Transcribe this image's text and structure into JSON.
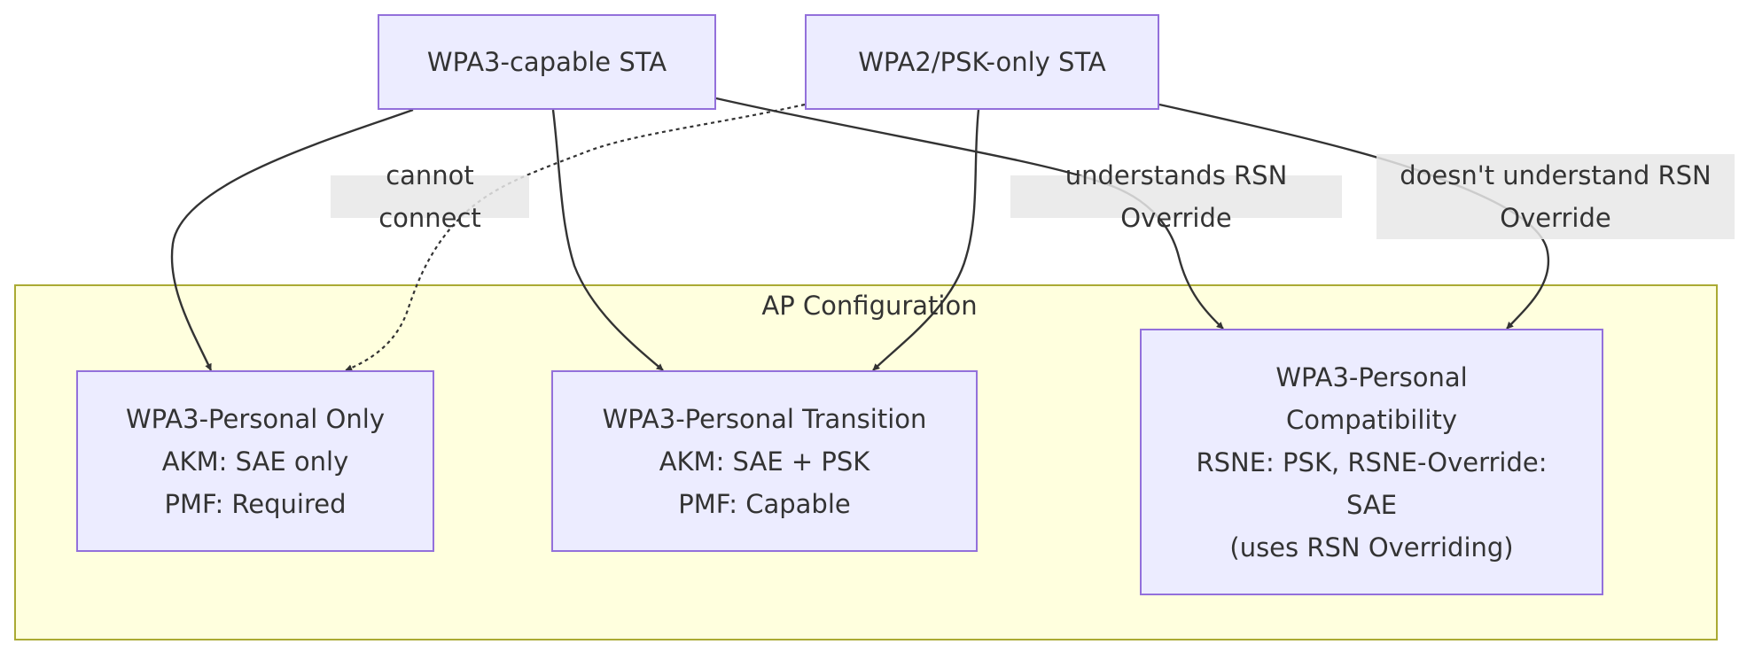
{
  "cluster": {
    "title": "AP Configuration"
  },
  "nodes": {
    "wpa3_sta": {
      "lines": [
        "WPA3-capable STA"
      ]
    },
    "wpa2_sta": {
      "lines": [
        "WPA2/PSK-only STA"
      ]
    },
    "personal_only": {
      "lines": [
        "WPA3-Personal Only",
        "AKM: SAE only",
        "PMF: Required"
      ]
    },
    "transition": {
      "lines": [
        "WPA3-Personal Transition",
        "AKM: SAE + PSK",
        "PMF: Capable"
      ]
    },
    "compatibility": {
      "lines": [
        "WPA3-Personal",
        "Compatibility",
        "RSNE: PSK, RSNE-Override:",
        "SAE",
        "(uses RSN Overriding)"
      ]
    }
  },
  "edge_labels": {
    "cannot_connect": {
      "lines": [
        "cannot connect"
      ]
    },
    "understands": {
      "lines": [
        "understands RSN Override"
      ]
    },
    "doesnt_understand": {
      "lines": [
        "doesn't understand RSN",
        "Override"
      ]
    }
  },
  "colors": {
    "node_fill": "#ECECFF",
    "node_border": "#9370DB",
    "cluster_fill": "#FFFFDE",
    "cluster_border": "#AAAA33",
    "edge": "#333333",
    "label_bg": "#E8E8E8"
  }
}
